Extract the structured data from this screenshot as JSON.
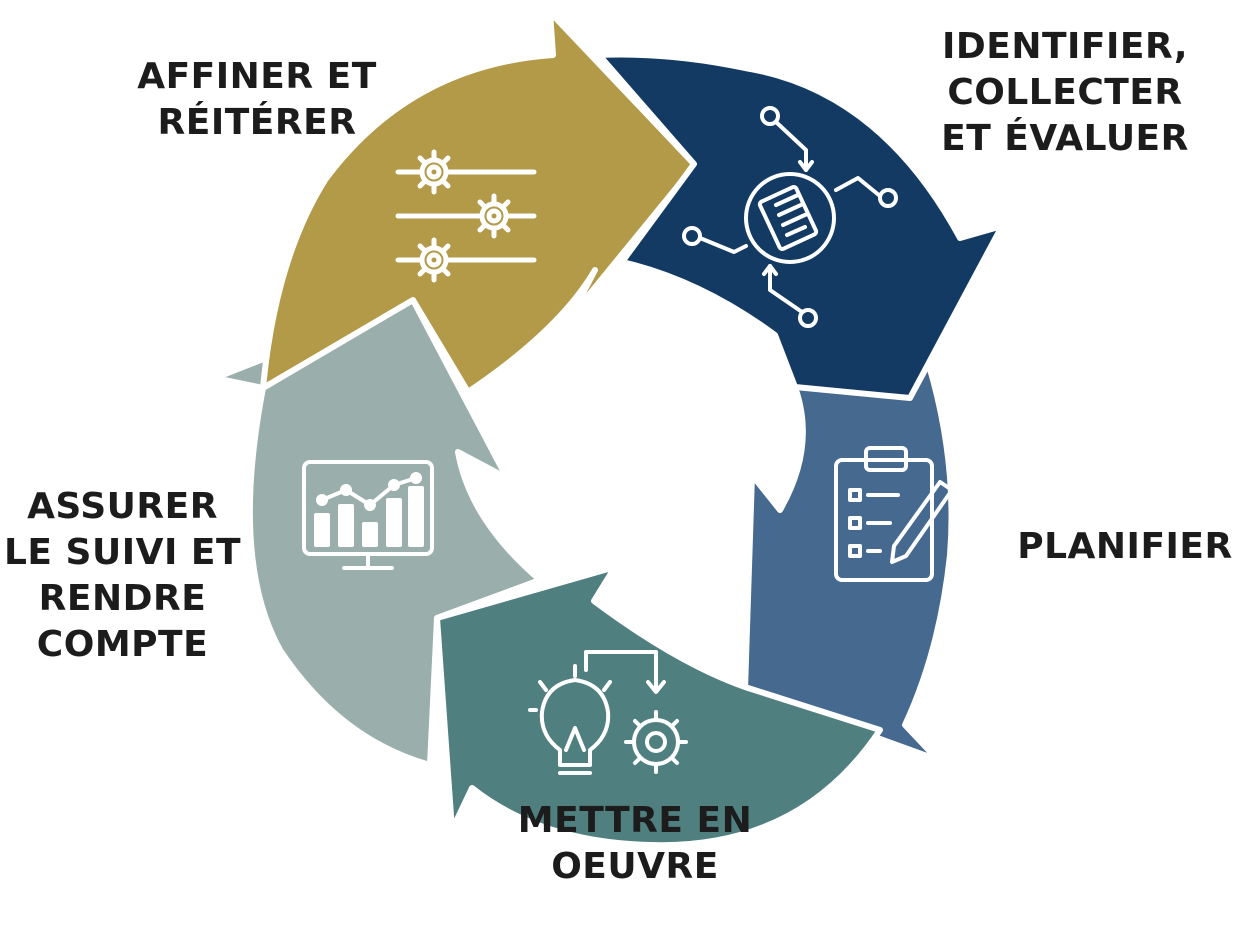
{
  "stages": [
    {
      "id": "identify",
      "label": "IDENTIFIER,\nCOLLECTER\nET ÉVALUER",
      "color": "#123a63",
      "icon": "document-network-icon"
    },
    {
      "id": "plan",
      "label": "PLANIFIER",
      "color": "#45698f",
      "icon": "clipboard-checklist-icon"
    },
    {
      "id": "implement",
      "label": "METTRE EN\nOEUVRE",
      "color": "#507f80",
      "icon": "lightbulb-gear-icon"
    },
    {
      "id": "monitor",
      "label": "ASSURER\nLE SUIVI ET\nRENDRE\nCOMPTE",
      "color": "#9aafab",
      "icon": "monitor-chart-icon"
    },
    {
      "id": "refine",
      "label": "AFFINER ET\nRÉITÉRER",
      "color": "#b39a48",
      "icon": "gear-sliders-icon"
    }
  ]
}
